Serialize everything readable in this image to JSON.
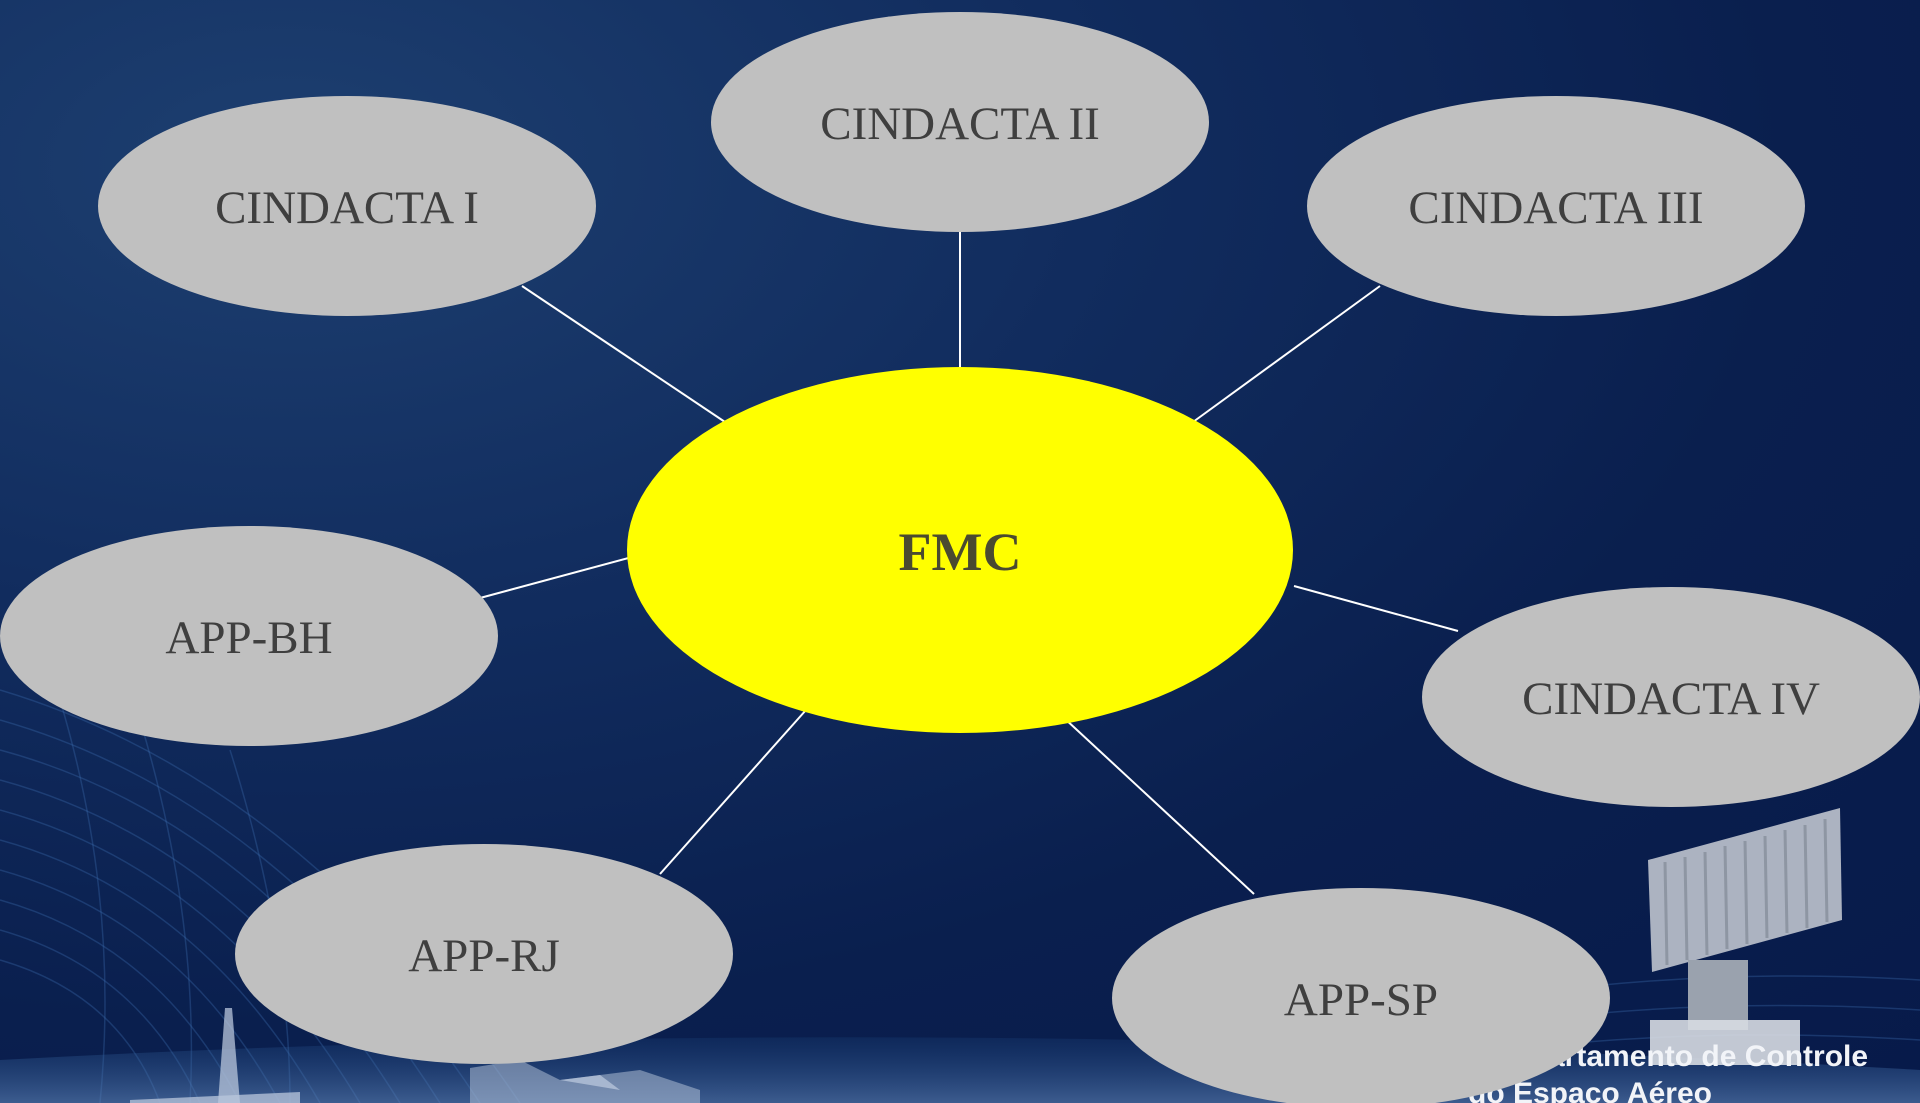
{
  "diagram": {
    "center": {
      "label": "FMC",
      "color": "#ffff00"
    },
    "nodes": [
      {
        "id": "cindacta-i",
        "label": "CINDACTA I"
      },
      {
        "id": "cindacta-ii",
        "label": "CINDACTA II"
      },
      {
        "id": "cindacta-iii",
        "label": "CINDACTA III"
      },
      {
        "id": "app-bh",
        "label": "APP-BH"
      },
      {
        "id": "cindacta-iv",
        "label": "CINDACTA IV"
      },
      {
        "id": "app-rj",
        "label": "APP-RJ"
      },
      {
        "id": "app-sp",
        "label": "APP-SP"
      }
    ],
    "node_color": "#c0c0c0",
    "connector_color": "#ffffff"
  },
  "branding": {
    "line1": "artamento de Controle",
    "line2": "do Espaco Aéreo"
  },
  "colors": {
    "background": "#0b2150",
    "text": "#3f3f3f"
  }
}
